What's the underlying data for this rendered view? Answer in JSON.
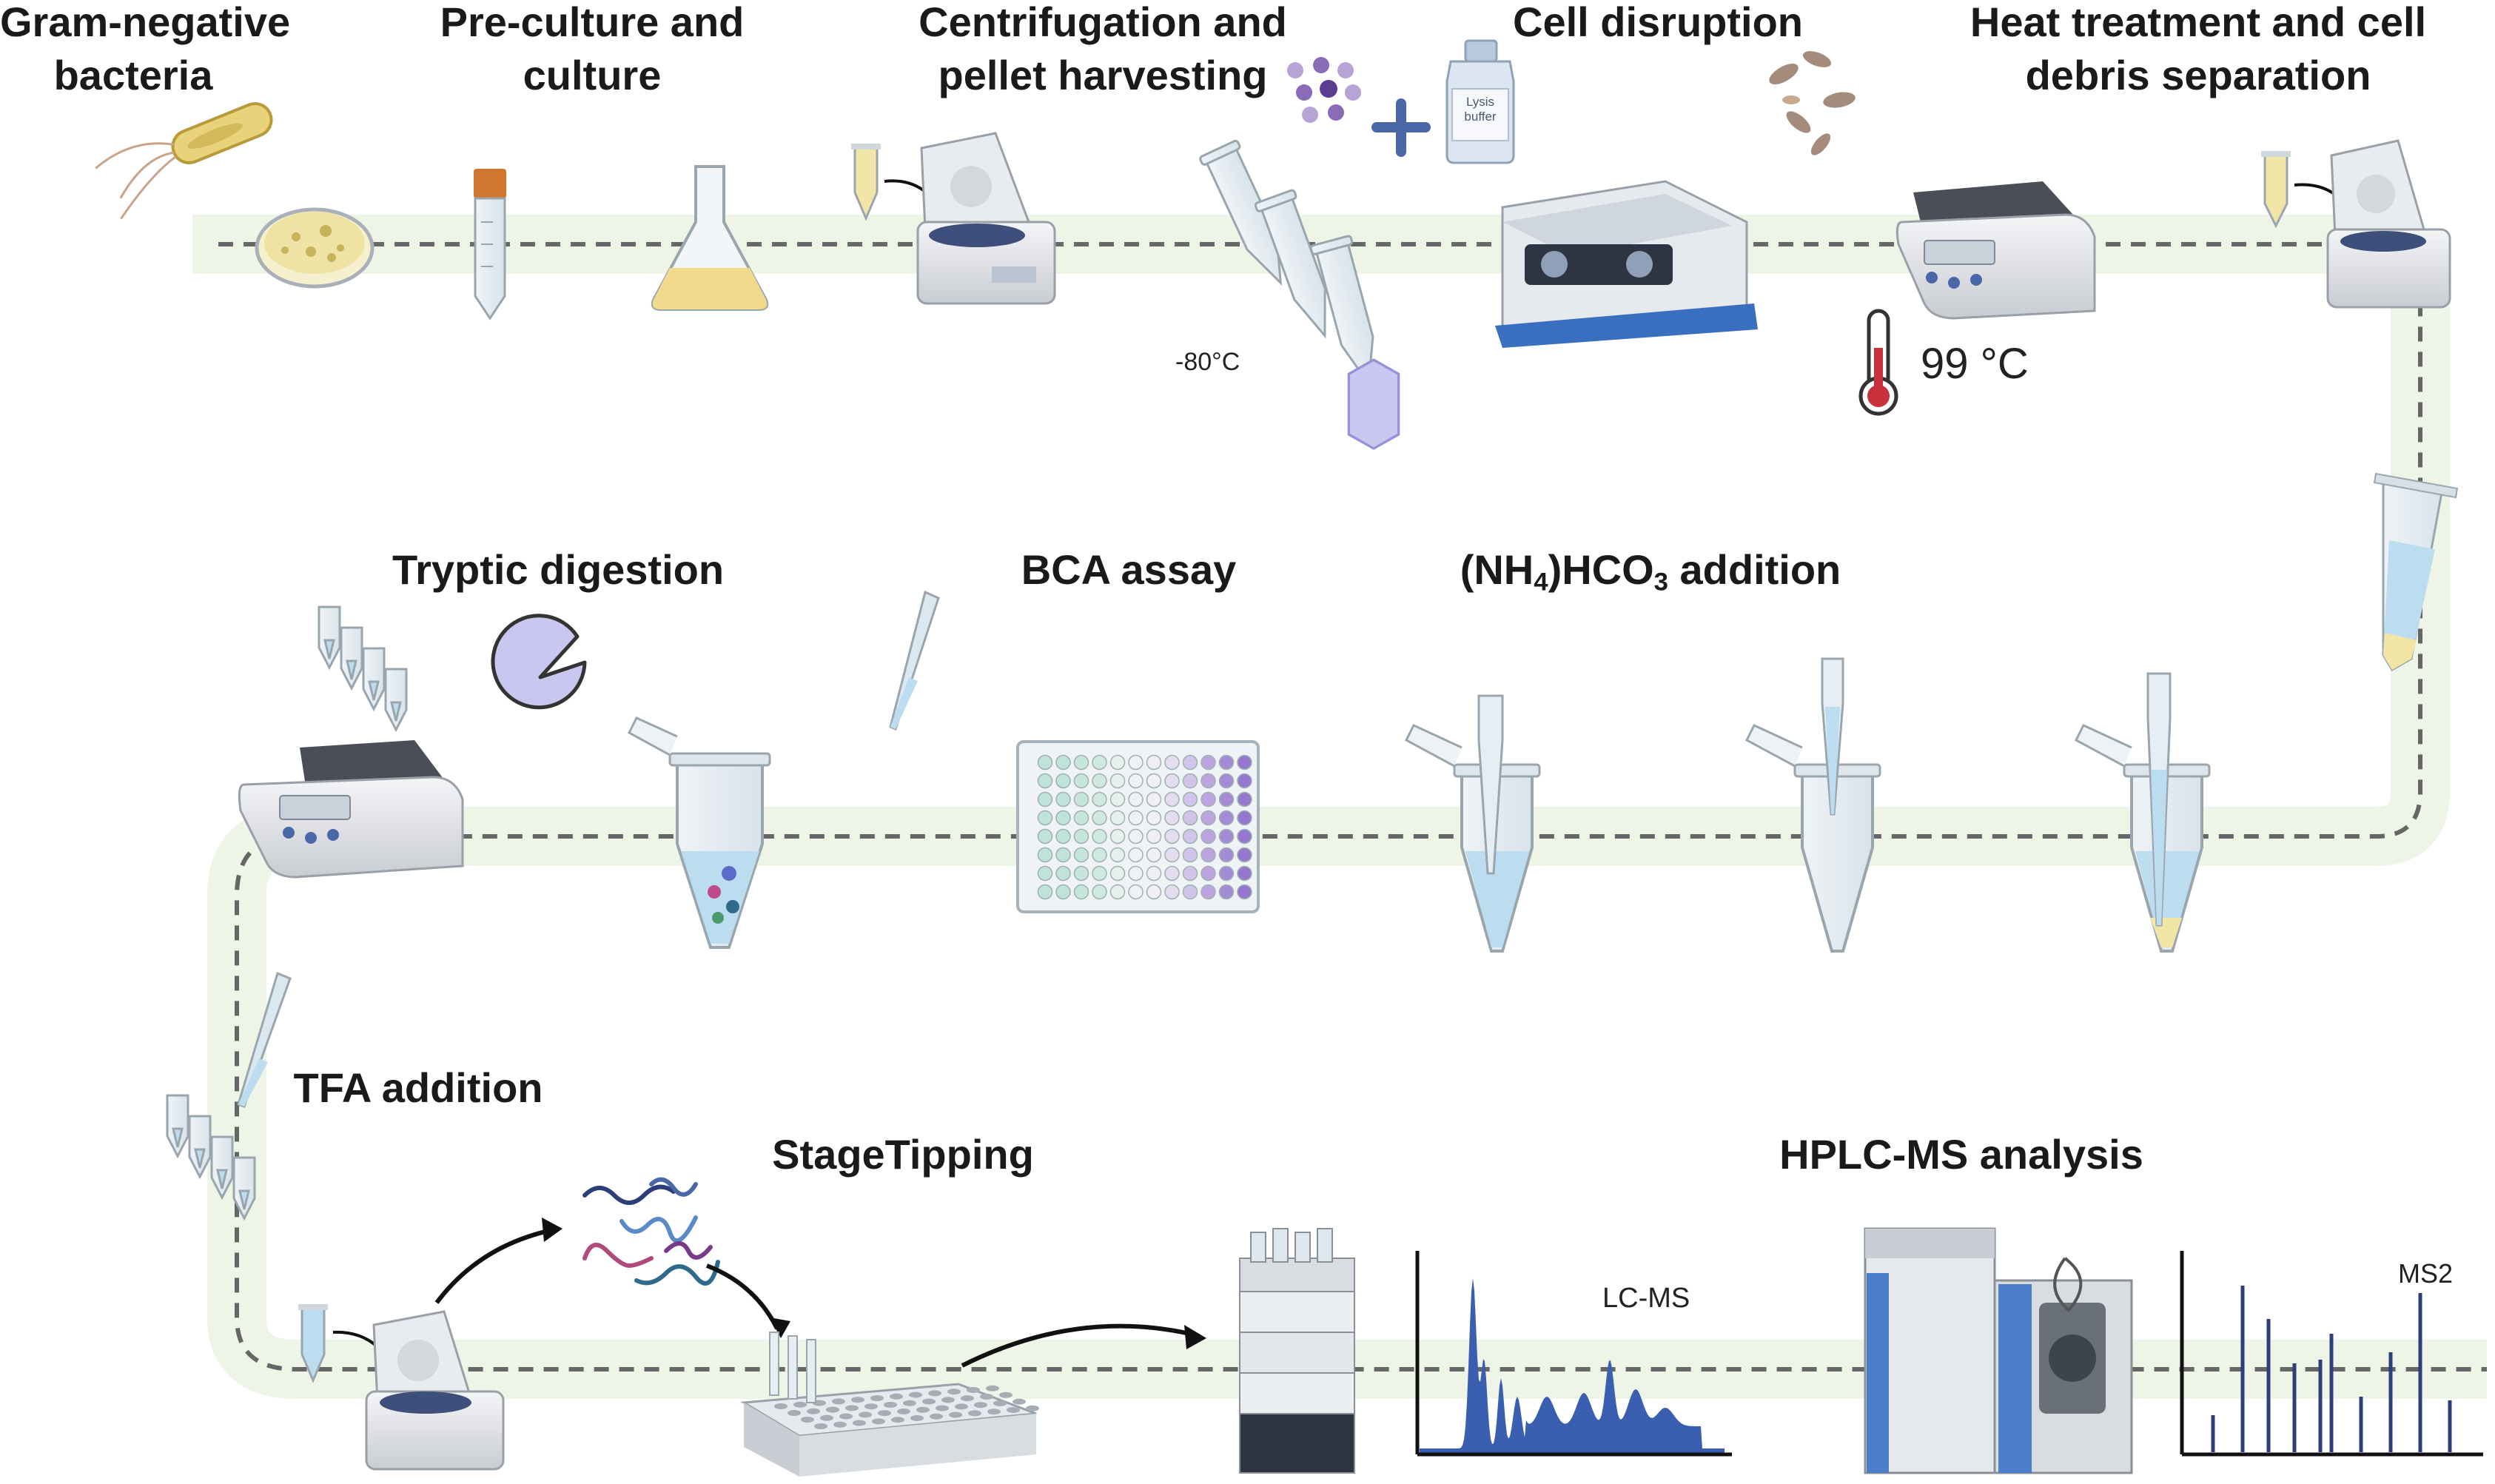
{
  "steps": {
    "gram_negative": [
      "Gram-negative",
      "bacteria"
    ],
    "preculture": [
      "Pre-culture and",
      "culture"
    ],
    "centrifugation": [
      "Centrifugation and",
      "pellet harvesting"
    ],
    "cell_disruption": "Cell disruption",
    "heat_treatment": [
      "Heat treatment and cell",
      "debris separation"
    ],
    "tryptic_digestion": "Tryptic digestion",
    "bca_assay": "BCA assay",
    "nh4hco3": {
      "a": "(NH",
      "b": "4",
      "c": ")HCO",
      "d": "3",
      "e": " addition"
    },
    "tfa_addition": "TFA addition",
    "stagetipping": "StageTipping",
    "hplc_ms": "HPLC-MS analysis"
  },
  "annotations": {
    "freeze_temp": "-80°C",
    "heat_temp": "99 °C",
    "lysis_buffer": [
      "Lysis",
      "buffer"
    ],
    "lc_ms": "LC-MS",
    "ms2": "MS2"
  },
  "colors": {
    "path_band": "#eef4e6",
    "dash": "#666666",
    "tube_liquid": "#bcdcf0",
    "yellow_liquid": "#f2e6a6",
    "chromatogram": "#3a5fb0",
    "ms2_bars": "#2d3f7a",
    "icon_purple": "#c9c6f0"
  },
  "icons": [
    "bacteria-icon",
    "petri-dish-icon",
    "falcon-tube-icon",
    "flask-icon",
    "centrifuge-icon",
    "eppendorf-tube-icon",
    "freezer-hexagon-icon",
    "beads-icon",
    "lysis-buffer-bottle-icon",
    "bead-mill-icon",
    "thermomixer-icon",
    "thermometer-icon",
    "trypsin-icon",
    "pipette-tip-icon",
    "well-plate-icon",
    "peptides-icon",
    "stagetip-rack-icon",
    "hplc-stack-icon",
    "mass-spectrometer-icon"
  ]
}
